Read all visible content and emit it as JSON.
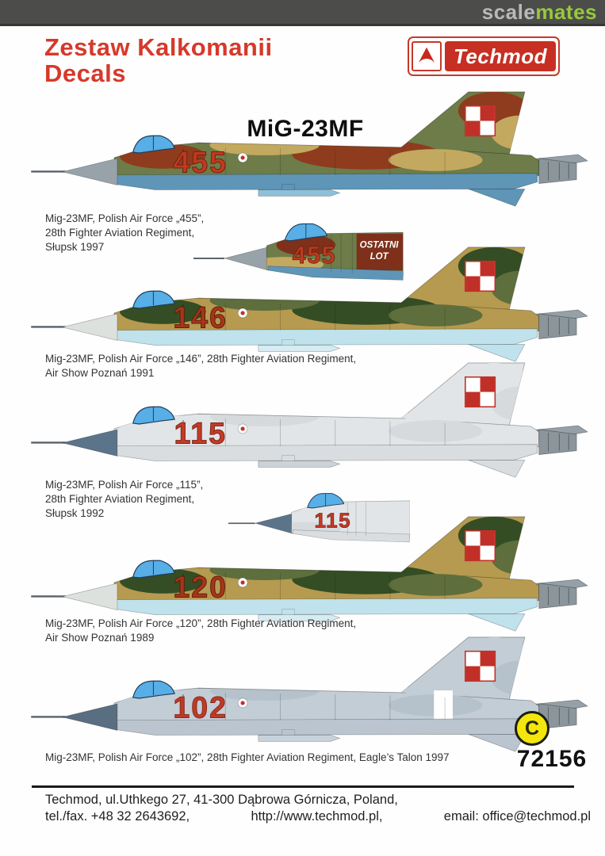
{
  "banner": {
    "brand_scale": "scale",
    "brand_mates": "mates",
    "bg_color": "#4c4c4a",
    "scale_color": "#b9b9b9",
    "mates_color": "#95c93d"
  },
  "header": {
    "title_line1": "Zestaw Kalkomanii",
    "title_line2": "Decals",
    "title_color": "#d6392b",
    "brand_name": "Techmod",
    "logo_red": "#c72f22"
  },
  "sheet": {
    "model_heading": "MiG-23MF",
    "product_number": "72156",
    "copyright_mark": "C",
    "copyright_bg": "#f2e60c",
    "insignia_red": "#c03028"
  },
  "profiles": [
    {
      "number": "455",
      "caption_lines": [
        "Mig-23MF, Polish Air Force „455”,",
        "28th Fighter Aviation Regiment,",
        "Słupsk 1997"
      ],
      "colors": {
        "camo1": "#6d7c49",
        "camo2": "#8f3c1e",
        "camo3": "#c3a95f",
        "belly": "#5f95b7",
        "nose": "#98a2a9",
        "num": "#c13a1f",
        "numstroke": "#6d2411",
        "store": "#8fc0d8",
        "band": "transparent"
      }
    },
    {
      "number": "146",
      "caption_lines": [
        "Mig-23MF, Polish Air Force „146”,  28th Fighter Aviation Regiment,",
        "Air Show Poznań 1991"
      ],
      "colors": {
        "camo1": "#b59a50",
        "camo2": "#344d24",
        "camo3": "#5e6e3c",
        "belly": "#bfe2ec",
        "nose": "#dde1dd",
        "num": "#a83518",
        "numstroke": "#5e1d0c",
        "store": "#d6ebf2",
        "band": "transparent"
      }
    },
    {
      "number": "115",
      "caption_lines": [
        "Mig-23MF, Polish Air Force „115”,",
        "28th Fighter Aviation Regiment,",
        "Słupsk 1992"
      ],
      "colors": {
        "camo1": "#e2e5e7",
        "camo2": "#e2e5e7",
        "camo3": "#d6dadd",
        "belly": "#d9dde0",
        "nose": "#5c7489",
        "num": "#c43b28",
        "numstroke": "#7c2317",
        "store": "#ccd3d8",
        "band": "transparent"
      }
    },
    {
      "number": "120",
      "caption_lines": [
        "Mig-23MF, Polish Air Force „120”,  28th Fighter Aviation Regiment,",
        "Air Show Poznań 1989"
      ],
      "colors": {
        "camo1": "#b59a50",
        "camo2": "#344d24",
        "camo3": "#5e6e3c",
        "belly": "#bfe2ec",
        "nose": "#dde1dd",
        "num": "#a83518",
        "numstroke": "#5e1d0c",
        "store": "#d6ebf2",
        "band": "transparent"
      }
    },
    {
      "number": "102",
      "caption_lines": [
        "Mig-23MF, Polish Air Force „102”,  28th Fighter Aviation Regiment, Eagle’s Talon 1997"
      ],
      "colors": {
        "camo1": "#c2cdd6",
        "camo2": "#c2cdd6",
        "camo3": "#b5c2cc",
        "belly": "#bac5cf",
        "nose": "#596e80",
        "num": "#c03a26",
        "numstroke": "#8a2a1a",
        "store": "#c8d2da",
        "band": "#ffffff"
      }
    }
  ],
  "nose_details": [
    {
      "number": "455",
      "inscription_line1": "OSTATNI",
      "inscription_line2": "LOT",
      "colors": {
        "camo1": "#6d7c49",
        "camo2": "#7e301a",
        "camo3": "#c3a95f",
        "belly": "#5f95b7",
        "nose": "#98a2a9",
        "num": "#c13a1f",
        "numstroke": "#6d2411"
      }
    },
    {
      "number": "115",
      "inscription_line1": "",
      "inscription_line2": "",
      "colors": {
        "camo1": "#e2e5e7",
        "camo2": "#e2e5e7",
        "camo3": "#d6dadd",
        "belly": "#d9dde0",
        "nose": "#5c7489",
        "num": "#c43b28",
        "numstroke": "#7c2317"
      }
    }
  ],
  "footer": {
    "line1": "Techmod, ul.Uthkego 27, 41-300 Dąbrowa Górnicza, Poland,",
    "line2_tel": "tel./fax. +48 32 2643692,",
    "line2_web": "http://www.techmod.pl,",
    "line2_email": "email: office@techmod.pl"
  }
}
